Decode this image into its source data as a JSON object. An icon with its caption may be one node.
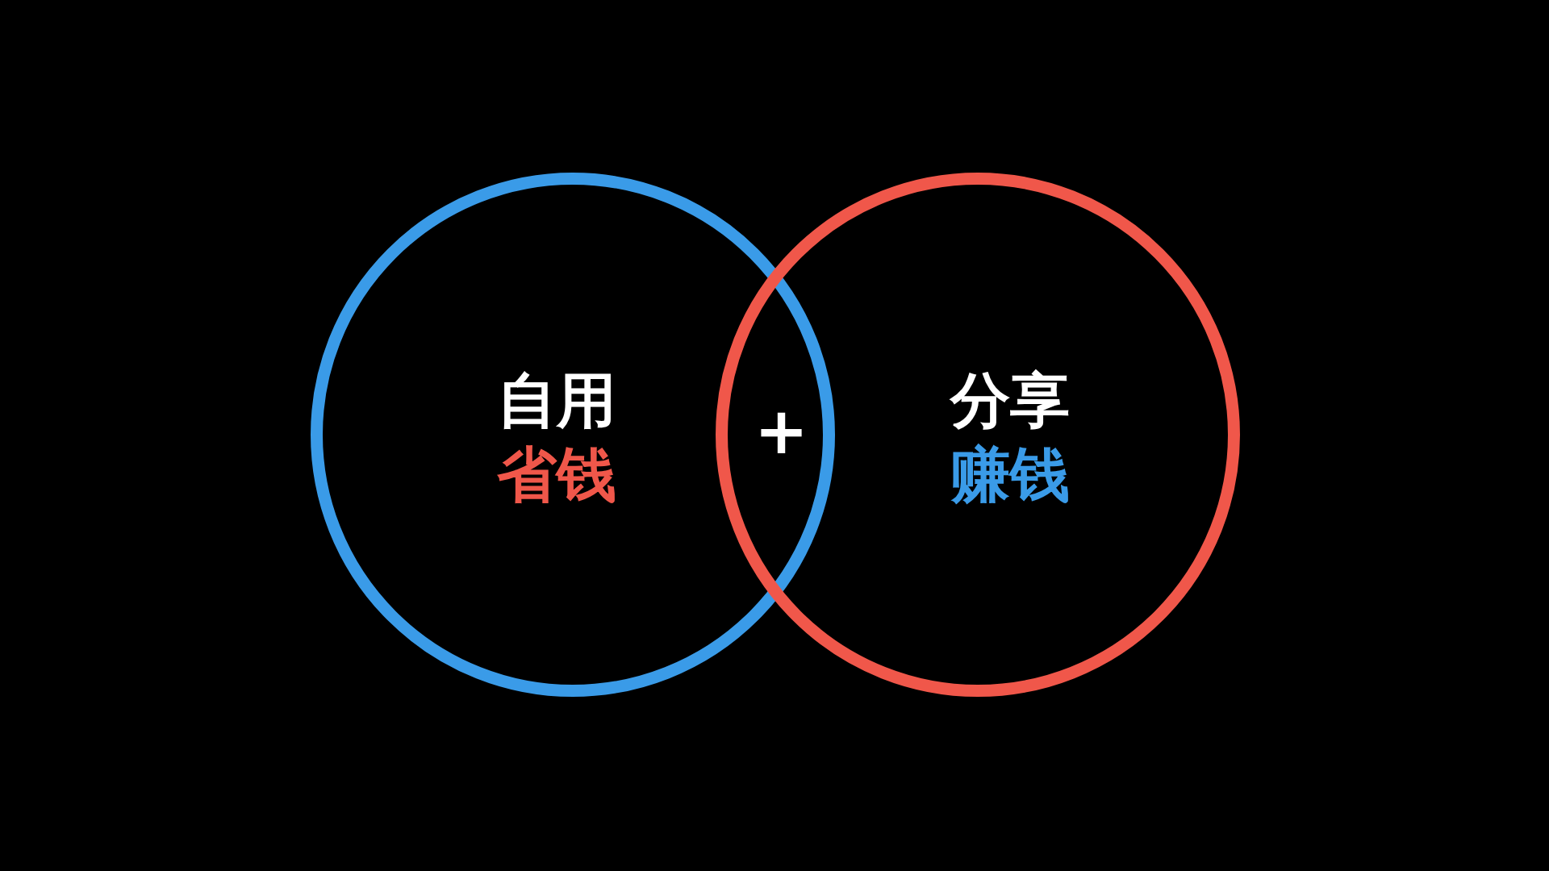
{
  "diagram": {
    "nodes": [
      {
        "text": [
          "自用",
          "省钱"
        ]
      },
      {
        "text": [
          "分享",
          "赚钱"
        ]
      }
    ],
    "labels": [
      "+"
    ]
  }
}
